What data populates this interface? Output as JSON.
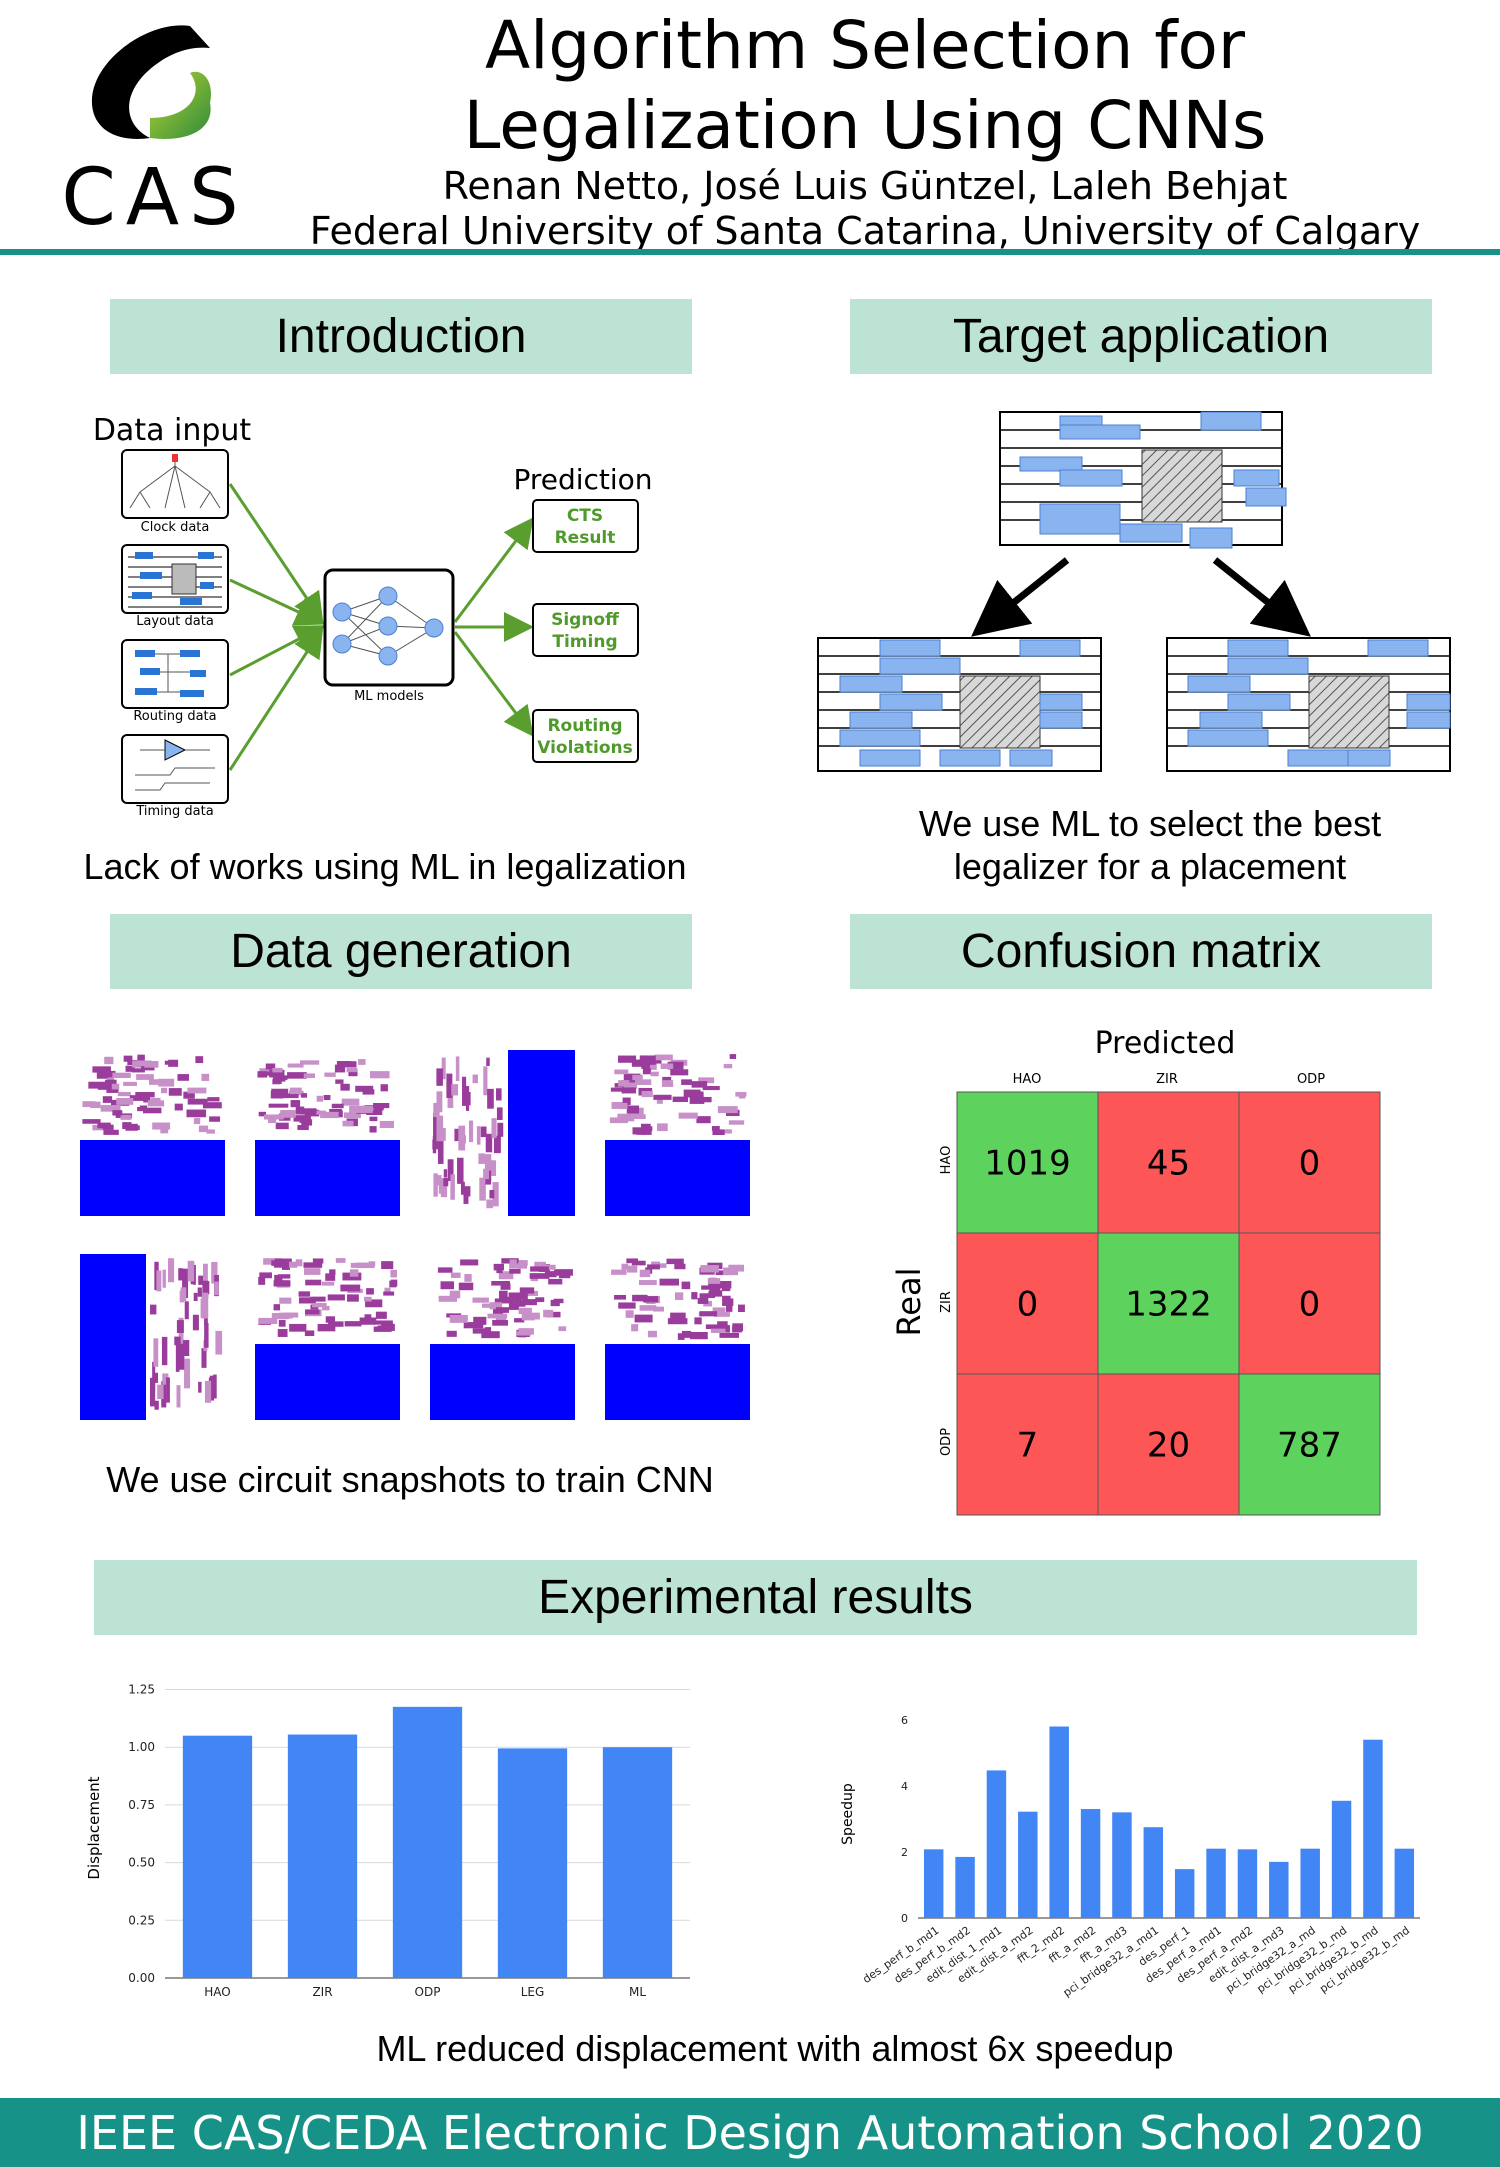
{
  "header": {
    "logo_text": "CAS",
    "title_line1": "Algorithm Selection for",
    "title_line2": "Legalization Using CNNs",
    "authors": "Renan Netto, José Luis Güntzel, Laleh Behjat",
    "affiliations": "Federal University of Santa Catarina, University of Calgary"
  },
  "intro": {
    "title": "Introduction",
    "data_input": "Data input",
    "inputs": [
      "Clock data",
      "Layout data",
      "Routing data",
      "Timing data"
    ],
    "ml_label": "ML models",
    "prediction": "Prediction",
    "outputs": [
      {
        "line1": "CTS",
        "line2": "Result"
      },
      {
        "line1": "Signoff",
        "line2": "Timing"
      },
      {
        "line1": "Routing",
        "line2": "Violations"
      }
    ],
    "caption": "Lack of works using ML in legalization"
  },
  "target": {
    "title": "Target application",
    "caption_line1": "We use ML to select the best",
    "caption_line2": "legalizer for a placement"
  },
  "datagen": {
    "title": "Data generation",
    "caption": "We use circuit snapshots to train CNN"
  },
  "confusion": {
    "title": "Confusion matrix",
    "predicted_label": "Predicted",
    "real_label": "Real",
    "classes": [
      "HAO",
      "ZIR",
      "ODP"
    ],
    "matrix": [
      [
        1019,
        45,
        0
      ],
      [
        0,
        1322,
        0
      ],
      [
        7,
        20,
        787
      ]
    ],
    "colors": {
      "correct": "#5dd35d",
      "wrong": "#fd5656"
    }
  },
  "experimental": {
    "title": "Experimental results",
    "caption": "ML reduced displacement with almost 6x speedup"
  },
  "chart_data": [
    {
      "type": "bar",
      "categories": [
        "HAO",
        "ZIR",
        "ODP",
        "LEG",
        "ML"
      ],
      "values": [
        1.05,
        1.055,
        1.175,
        0.995,
        1.0
      ],
      "ylabel": "Displacement",
      "yticks": [
        "0.00",
        "0.25",
        "0.50",
        "0.75",
        "1.00",
        "1.25"
      ],
      "ylim": [
        0,
        1.3
      ],
      "grid": true,
      "color": "#4285f4"
    },
    {
      "type": "bar",
      "categories": [
        "des_perf_b_md1",
        "des_perf_b_md2",
        "edit_dist_1_md1",
        "edit_dist_a_md2",
        "fft_2_md2",
        "fft_a_md2",
        "fft_a_md3",
        "pci_bridge32_a_md1",
        "des_perf_1",
        "des_perf_a_md1",
        "des_perf_a_md2",
        "edit_dist_a_md3",
        "pci_bridge32_a_md",
        "pci_bridge32_b_md",
        "pci_bridge32_b_md",
        "pci_bridge32_b_md"
      ],
      "values": [
        2.08,
        1.85,
        4.47,
        3.22,
        5.8,
        3.3,
        3.2,
        2.75,
        1.48,
        2.1,
        2.08,
        1.7,
        2.1,
        3.55,
        5.4,
        2.1
      ],
      "ylabel": "Speedup",
      "yticks": [
        "0",
        "2",
        "4",
        "6"
      ],
      "ylim": [
        0,
        6.3
      ],
      "grid": false,
      "color": "#4285f4"
    }
  ],
  "footer": {
    "text": "IEEE CAS/CEDA Electronic Design Automation School 2020"
  }
}
